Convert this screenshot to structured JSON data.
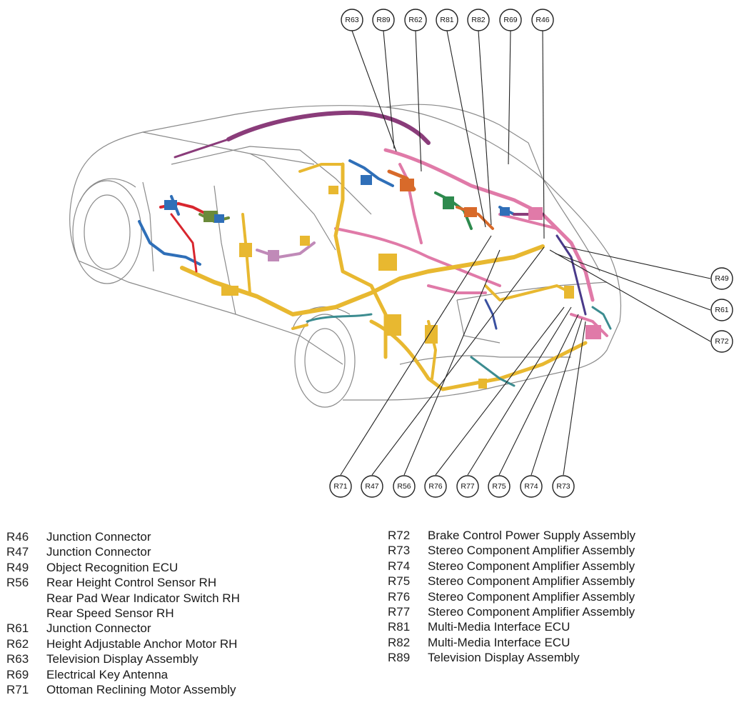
{
  "callouts_top": [
    "R63",
    "R89",
    "R62",
    "R81",
    "R82",
    "R69",
    "R46"
  ],
  "callouts_right": [
    "R49",
    "R61",
    "R72"
  ],
  "callouts_bottom": [
    "R71",
    "R47",
    "R56",
    "R76",
    "R77",
    "R75",
    "R74",
    "R73"
  ],
  "legend_left": [
    {
      "code": "R46",
      "desc": "Junction Connector"
    },
    {
      "code": "R47",
      "desc": "Junction Connector"
    },
    {
      "code": "R49",
      "desc": "Object Recognition ECU"
    },
    {
      "code": "R56",
      "desc": "Rear Height Control Sensor RH"
    },
    {
      "code": "",
      "desc": "Rear Pad Wear Indicator Switch RH"
    },
    {
      "code": "",
      "desc": "Rear Speed Sensor RH"
    },
    {
      "code": "R61",
      "desc": "Junction Connector"
    },
    {
      "code": "R62",
      "desc": "Height Adjustable Anchor Motor RH"
    },
    {
      "code": "R63",
      "desc": "Television Display Assembly"
    },
    {
      "code": "R69",
      "desc": "Electrical Key Antenna"
    },
    {
      "code": "R71",
      "desc": "Ottoman Reclining Motor Assembly"
    }
  ],
  "legend_right": [
    {
      "code": "R72",
      "desc": "Brake Control Power Supply Assembly"
    },
    {
      "code": "R73",
      "desc": "Stereo Component Amplifier Assembly"
    },
    {
      "code": "R74",
      "desc": "Stereo Component Amplifier Assembly"
    },
    {
      "code": "R75",
      "desc": "Stereo Component Amplifier Assembly"
    },
    {
      "code": "R76",
      "desc": "Stereo Component Amplifier Assembly"
    },
    {
      "code": "R77",
      "desc": "Stereo Component Amplifier Assembly"
    },
    {
      "code": "R81",
      "desc": "Multi-Media Interface ECU"
    },
    {
      "code": "R82",
      "desc": "Multi-Media Interface ECU"
    },
    {
      "code": "R89",
      "desc": "Television Display Assembly"
    }
  ],
  "colors": {
    "harness_yellow": "#e8b830",
    "harness_pink": "#e07aa8",
    "harness_purple": "#8a3c7a",
    "harness_blue": "#2f6fb8",
    "harness_red": "#d8262e",
    "harness_green": "#2e8a4e",
    "harness_teal": "#3c8c90",
    "harness_orange": "#d86a2a"
  }
}
